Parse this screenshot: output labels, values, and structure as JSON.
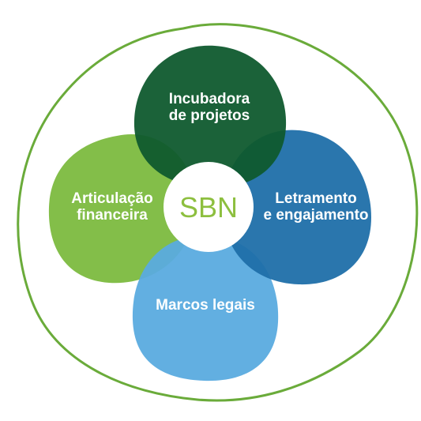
{
  "center": {
    "text": "SBN"
  },
  "petals": {
    "top": {
      "lines": [
        "Incubadora",
        "de projetos"
      ]
    },
    "left": {
      "lines": [
        "Articulação",
        "financeira"
      ]
    },
    "right": {
      "lines": [
        "Letramento",
        "e engajamento"
      ]
    },
    "bottom": {
      "lines": [
        "Marcos legais"
      ]
    }
  },
  "colors": {
    "outline": "#6aab3a",
    "top": "#0f5a2e",
    "left": "#7cba3f",
    "right": "#1f6fa9",
    "bottom": "#5aabdf",
    "center_text": "#8dbf3f",
    "center_fill": "#ffffff"
  }
}
